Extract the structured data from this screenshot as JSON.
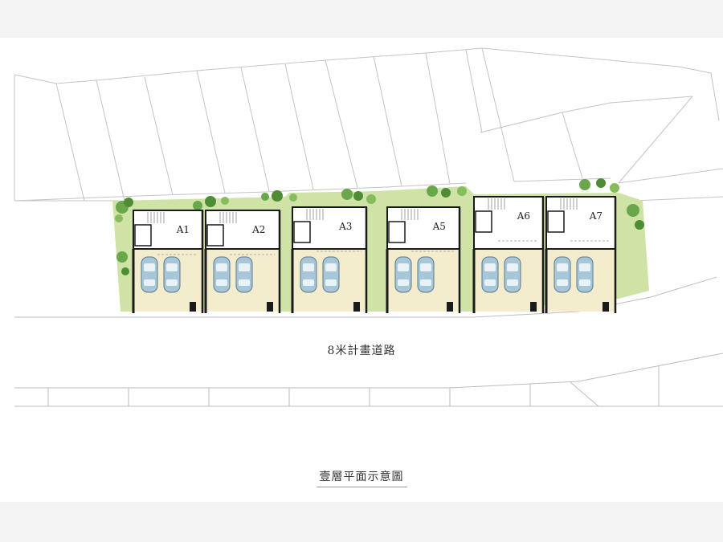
{
  "units": [
    {
      "label": "A1"
    },
    {
      "label": "A2"
    },
    {
      "label": "A3"
    },
    {
      "label": "A5"
    },
    {
      "label": "A6"
    },
    {
      "label": "A7"
    }
  ],
  "road_label": "8米計畫道路",
  "plan_title": "壹層平面示意圖",
  "colors": {
    "lawn": "#cfe3a6",
    "hedge": "#6aa64a",
    "driveway": "#f3eccd",
    "wall": "#1a1a1a",
    "car_blue": "#a7c6d8",
    "linework": "#bdbdbd"
  }
}
